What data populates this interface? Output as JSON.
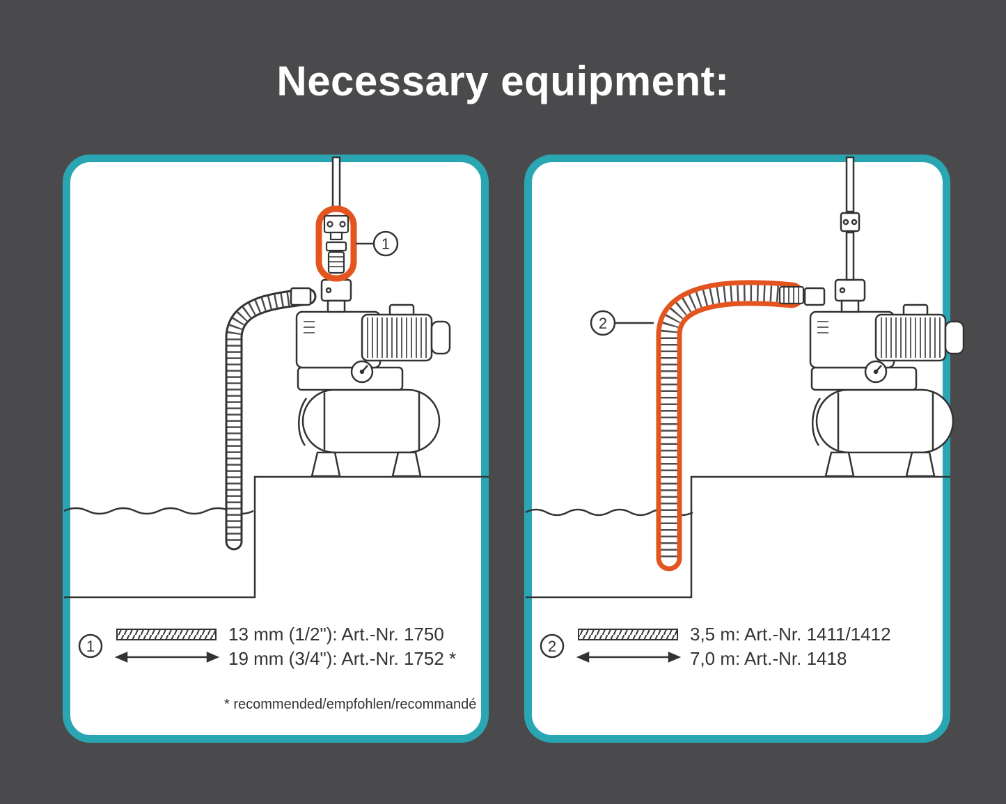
{
  "title": "Necessary equipment:",
  "theme": {
    "background": "#4a4a4c",
    "panel_border": "#2aa6b3",
    "highlight_orange": "#e4541f",
    "line_art": "#333333",
    "title_color": "#ffffff"
  },
  "panel1": {
    "callout": "1",
    "legend_line1": "13 mm (1/2\"): Art.-Nr. 1750",
    "legend_line2": "19 mm (3/4\"): Art.-Nr. 1752 *",
    "footnote": "* recommended/empfohlen/recommandé"
  },
  "panel2": {
    "callout": "2",
    "legend_line1": "3,5 m: Art.-Nr. 1411/1412",
    "legend_line2": "7,0 m: Art.-Nr. 1418"
  }
}
